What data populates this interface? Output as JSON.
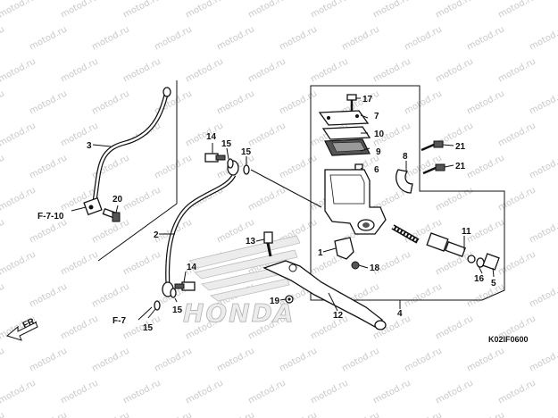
{
  "watermark": "motod.ru",
  "brand": {
    "text": "HONDA",
    "fill": "#e6e6e6",
    "stroke": "#b0b0b0"
  },
  "diagram_code": "K02IF0600",
  "direction_label": "FR.",
  "references": {
    "ref1": "F-7-10",
    "ref2": "F-7"
  },
  "callouts": {
    "c1": "1",
    "c2": "2",
    "c3": "3",
    "c4": "4",
    "c5": "5",
    "c6": "6",
    "c7": "7",
    "c8": "8",
    "c9": "9",
    "c10": "10",
    "c11": "11",
    "c12": "12",
    "c13": "13",
    "c14a": "14",
    "c14b": "14",
    "c15a": "15",
    "c15b": "15",
    "c15c": "15",
    "c15d": "15",
    "c16": "16",
    "c17": "17",
    "c18": "18",
    "c19": "19",
    "c20": "20",
    "c21a": "21",
    "c21b": "21"
  }
}
